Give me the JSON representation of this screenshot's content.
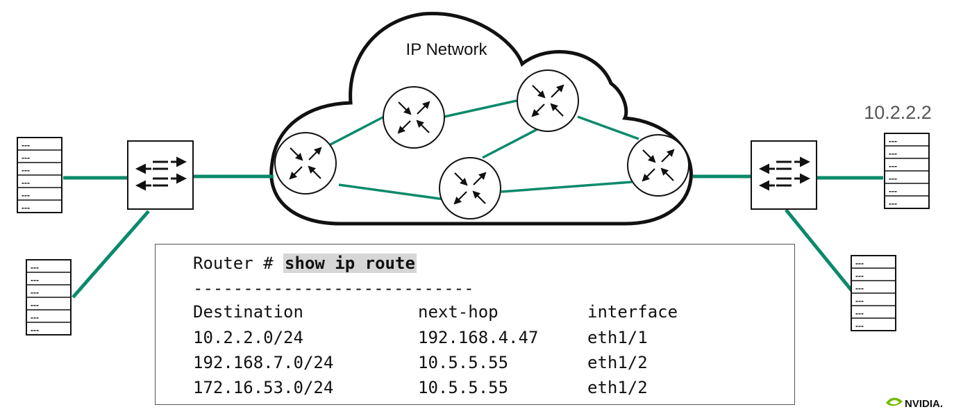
{
  "cloud": {
    "label": "IP Network"
  },
  "right_host": {
    "label": "10.2.2.2"
  },
  "cli": {
    "prompt": "Router # ",
    "command": "show ip route",
    "separator": "----------------------------",
    "headers": [
      "Destination",
      "next-hop",
      "interface"
    ],
    "rows": [
      [
        "10.2.2.0/24",
        "192.168.4.47",
        "eth1/1"
      ],
      [
        "192.168.7.0/24",
        "10.5.5.55",
        "eth1/2"
      ],
      [
        "172.16.53.0/24",
        "10.5.5.55",
        "eth1/2"
      ]
    ]
  },
  "server_icon": {
    "slot_text": "---"
  },
  "logo": {
    "text": "NVIDIA."
  },
  "colors": {
    "link": "#0a8a6a",
    "stroke": "#111111",
    "nvidia_green": "#76b900"
  },
  "icons": [
    "server-icon",
    "switch-icon",
    "router-icon",
    "cloud-icon",
    "nvidia-logo"
  ]
}
